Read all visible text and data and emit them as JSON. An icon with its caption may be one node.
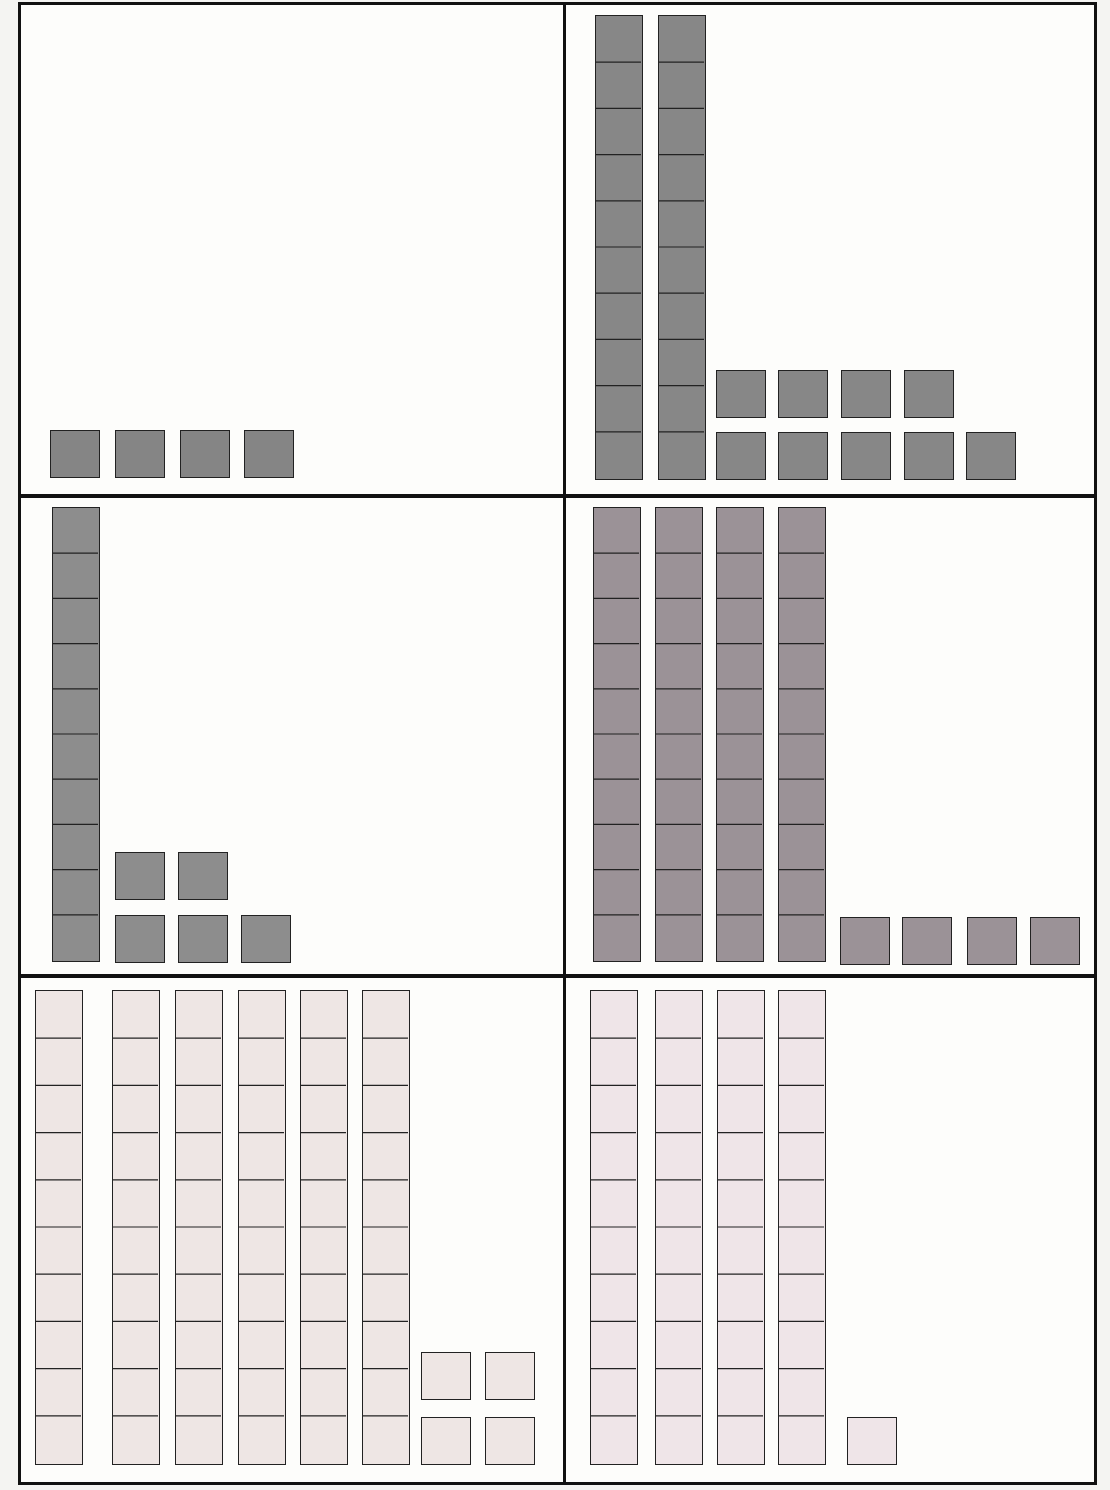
{
  "diagram": {
    "nodes": [
      {
        "text": [],
        "shape": "box"
      },
      {
        "text": [],
        "shape": "box",
        "in": 0
      },
      {
        "text": [],
        "shape": "box",
        "in": 0
      },
      {
        "text": [],
        "shape": "box",
        "in": 0
      },
      {
        "text": [],
        "shape": "box",
        "in": 0
      },
      {
        "text": [],
        "shape": "box"
      },
      {
        "text": [],
        "shape": "bar",
        "in": 5
      },
      {
        "text": [],
        "shape": "bar",
        "in": 5
      },
      {
        "text": [],
        "shape": "box",
        "in": 5
      },
      {
        "text": [],
        "shape": "box",
        "in": 5
      },
      {
        "text": [],
        "shape": "box",
        "in": 5
      },
      {
        "text": [],
        "shape": "box",
        "in": 5
      },
      {
        "text": [],
        "shape": "box",
        "in": 5
      },
      {
        "text": [],
        "shape": "box",
        "in": 5
      },
      {
        "text": [],
        "shape": "box",
        "in": 5
      },
      {
        "text": [],
        "shape": "box",
        "in": 5
      },
      {
        "text": [],
        "shape": "box",
        "in": 5
      },
      {
        "text": [],
        "shape": "box"
      },
      {
        "text": [],
        "shape": "bar",
        "in": 17
      },
      {
        "text": [],
        "shape": "box",
        "in": 17
      },
      {
        "text": [],
        "shape": "box",
        "in": 17
      },
      {
        "text": [],
        "shape": "box",
        "in": 17
      },
      {
        "text": [],
        "shape": "box",
        "in": 17
      },
      {
        "text": [],
        "shape": "box",
        "in": 17
      },
      {
        "text": [],
        "shape": "box"
      },
      {
        "text": [],
        "shape": "bar",
        "in": 24
      },
      {
        "text": [],
        "shape": "bar",
        "in": 24
      },
      {
        "text": [],
        "shape": "bar",
        "in": 24
      },
      {
        "text": [],
        "shape": "bar",
        "in": 24
      },
      {
        "text": [],
        "shape": "box",
        "in": 24
      },
      {
        "text": [],
        "shape": "box",
        "in": 24
      },
      {
        "text": [],
        "shape": "box",
        "in": 24
      },
      {
        "text": [],
        "shape": "box",
        "in": 24
      },
      {
        "text": [],
        "shape": "box"
      },
      {
        "text": [],
        "shape": "bar",
        "in": 33
      },
      {
        "text": [],
        "shape": "bar",
        "in": 33
      },
      {
        "text": [],
        "shape": "bar",
        "in": 33
      },
      {
        "text": [],
        "shape": "bar",
        "in": 33
      },
      {
        "text": [],
        "shape": "bar",
        "in": 33
      },
      {
        "text": [],
        "shape": "bar",
        "in": 33
      },
      {
        "text": [],
        "shape": "box",
        "in": 33
      },
      {
        "text": [],
        "shape": "box",
        "in": 33
      },
      {
        "text": [],
        "shape": "box",
        "in": 33
      },
      {
        "text": [],
        "shape": "box",
        "in": 33
      },
      {
        "text": [],
        "shape": "box"
      },
      {
        "text": [],
        "shape": "bar",
        "in": 44
      },
      {
        "text": [],
        "shape": "bar",
        "in": 44
      },
      {
        "text": [],
        "shape": "bar",
        "in": 44
      },
      {
        "text": [],
        "shape": "bar",
        "in": 44
      },
      {
        "text": [],
        "shape": "box",
        "in": 44
      }
    ]
  }
}
